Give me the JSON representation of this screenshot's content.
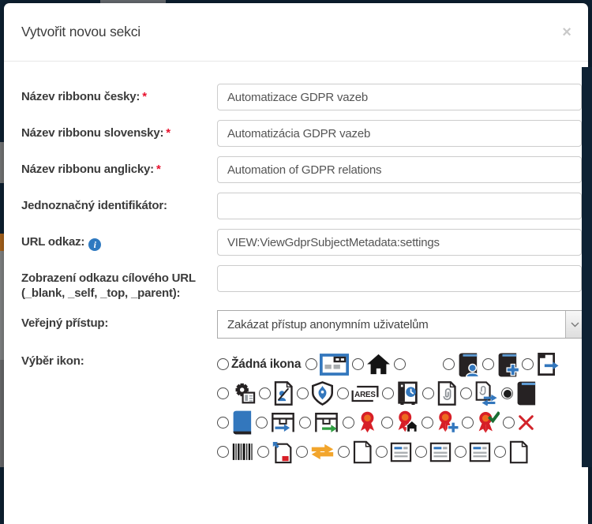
{
  "modal": {
    "title": "Vytvořit novou sekci",
    "close_glyph": "×"
  },
  "form": {
    "required_marker": "*",
    "info_icon_glyph": "i",
    "fields": [
      {
        "label": "Název ribbonu česky:",
        "required": true,
        "type": "text",
        "value": "Automatizace GDPR vazeb"
      },
      {
        "label": "Název ribbonu slovensky:",
        "required": true,
        "type": "text",
        "value": "Automatizácia GDPR vazeb"
      },
      {
        "label": "Název ribbonu anglicky:",
        "required": true,
        "type": "text",
        "value": "Automation of GDPR relations"
      },
      {
        "label": "Jednoznačný identifikátor:",
        "required": false,
        "type": "text",
        "value": ""
      },
      {
        "label": "URL odkaz:",
        "required": false,
        "info": true,
        "type": "text",
        "value": "VIEW:ViewGdprSubjectMetadata:settings"
      },
      {
        "label": "Zobrazení odkazu cílového URL (_blank, _self, _top, _parent):",
        "required": false,
        "type": "text",
        "value": ""
      },
      {
        "label": "Veřejný přístup:",
        "type": "select",
        "value": "Zakázat přístup anonymním uživatelům"
      }
    ],
    "icon_picker": {
      "label": "Výběr ikon:",
      "none_label": "Žádná ikona",
      "ares_label": "ARES",
      "selected_icon": "book-solid",
      "rows": [
        [
          {
            "icon": "none",
            "label": "Žádná ikona"
          },
          {
            "icon": "window-form"
          },
          {
            "icon": "home"
          },
          {
            "icon": "blank"
          },
          {
            "icon": "book-user"
          },
          {
            "icon": "book-plus"
          },
          {
            "icon": "door-arrow"
          }
        ],
        [
          {
            "icon": "gear-grid"
          },
          {
            "icon": "doc-signature"
          },
          {
            "icon": "shield"
          },
          {
            "icon": "ares"
          },
          {
            "icon": "safe-clock"
          },
          {
            "icon": "doc-clip"
          },
          {
            "icon": "doc-sync"
          },
          {
            "icon": "book-solid",
            "selected": true
          }
        ],
        [
          {
            "icon": "book-blue"
          },
          {
            "icon": "tray-arrow-blue"
          },
          {
            "icon": "tray-arrow-green"
          },
          {
            "icon": "award"
          },
          {
            "icon": "award-home"
          },
          {
            "icon": "award-plus"
          },
          {
            "icon": "award-check"
          },
          {
            "icon": "x-red"
          }
        ],
        [
          {
            "icon": "barcode"
          },
          {
            "icon": "doc-export"
          },
          {
            "icon": "arrows-swap"
          },
          {
            "icon": "page-blank"
          },
          {
            "icon": "form-lines"
          },
          {
            "icon": "form-lines-2"
          },
          {
            "icon": "form-lines-3"
          },
          {
            "icon": "page-fold"
          }
        ]
      ]
    }
  },
  "colors": {
    "backdrop": "#0e2234",
    "accent_blue": "#3377bd",
    "icon_dark": "#262223",
    "icon_red": "#d71f27",
    "icon_orange": "#ee6b20",
    "icon_green_dark": "#1b6e33",
    "icon_green": "#2f9e41",
    "required_red": "#e8112d",
    "info_blue": "#2e79c0"
  }
}
